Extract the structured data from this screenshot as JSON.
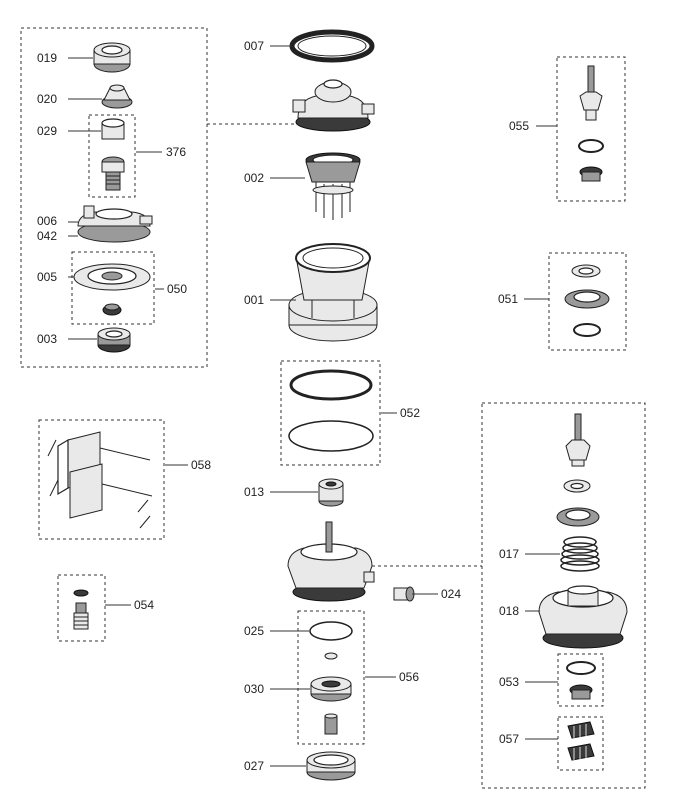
{
  "labels": {
    "p019": "019",
    "p020": "020",
    "p029": "029",
    "p376": "376",
    "p006": "006",
    "p042": "042",
    "p005": "005",
    "p050": "050",
    "p003": "003",
    "p007": "007",
    "p002": "002",
    "p001": "001",
    "p052": "052",
    "p013": "013",
    "p024": "024",
    "p025": "025",
    "p030": "030",
    "p056": "056",
    "p027": "027",
    "p055": "055",
    "p051": "051",
    "p058": "058",
    "p054": "054",
    "p017": "017",
    "p018": "018",
    "p053": "053",
    "p057": "057"
  }
}
